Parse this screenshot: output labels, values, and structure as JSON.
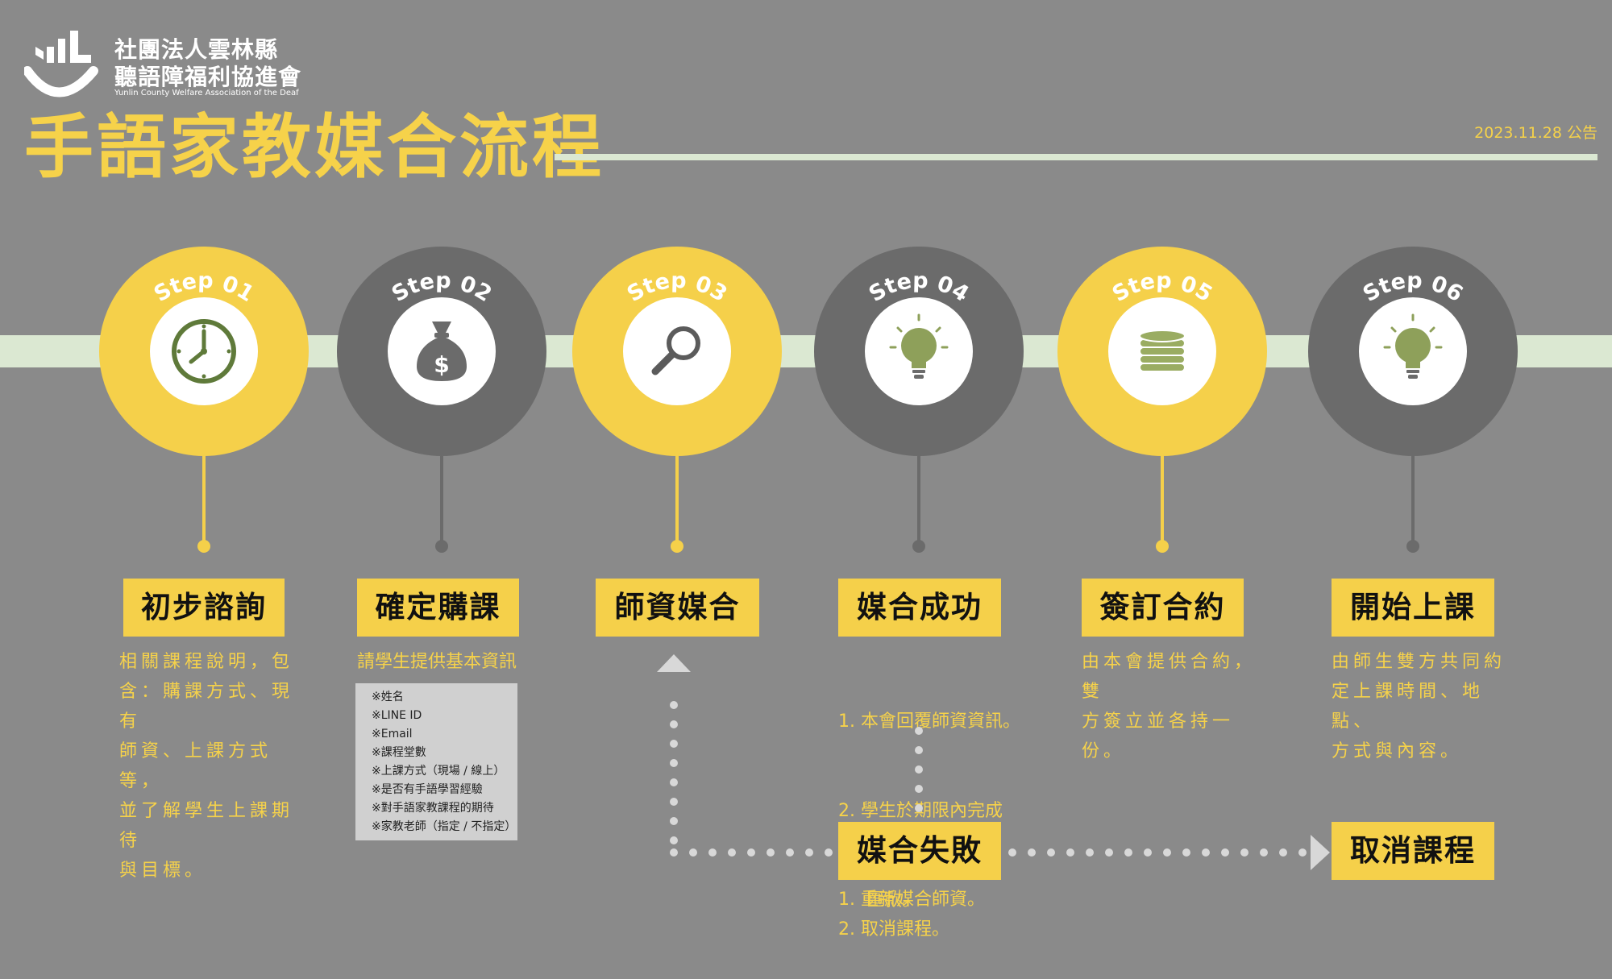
{
  "org": {
    "name_line1": "社團法人雲林縣",
    "name_line2": "聽語障福利協進會",
    "name_en": "Yunlin County Welfare Association of the Deaf"
  },
  "header": {
    "title": "手語家教媒合流程",
    "date": "2023.11.28 公告"
  },
  "colors": {
    "yellow": "#f5d04a",
    "dark": "#6b6b6b",
    "band": "#dbe8d2",
    "icon_green": "#5f7a3a"
  },
  "steps": [
    {
      "step": "Step 01",
      "title": "初步諮詢",
      "icon": "clock-icon",
      "desc": [
        "相關課程說明，包",
        "含：購課方式、現有",
        "師資、上課方式等，",
        "並了解學生上課期待",
        "與目標。"
      ]
    },
    {
      "step": "Step 02",
      "title": "確定購課",
      "icon": "money-bag-icon",
      "desc": [
        "請學生提供基本資訊"
      ],
      "info": [
        "※姓名",
        "※LINE ID",
        "※Email",
        "※課程堂數",
        "※上課方式（現場 / 線上）",
        "※是否有手語學習經驗",
        "※對手語家教課程的期待",
        "※家教老師（指定 / 不指定）"
      ]
    },
    {
      "step": "Step 03",
      "title": "師資媒合",
      "icon": "magnifier-icon",
      "desc": []
    },
    {
      "step": "Step 04",
      "title": "媒合成功",
      "icon": "lightbulb-icon",
      "desc": [
        "1. 本會回覆師資資訊。",
        "2. 學生於期限內完成",
        "     匯款。"
      ]
    },
    {
      "step": "Step 05",
      "title": "簽訂合約",
      "icon": "coins-icon",
      "desc": [
        "由本會提供合約，雙",
        "方簽立並各持一份。"
      ]
    },
    {
      "step": "Step 06",
      "title": "開始上課",
      "icon": "lightbulb-icon",
      "desc": [
        "由師生雙方共同約",
        "定上課時間、地點、",
        "方式與內容。"
      ]
    }
  ],
  "failure": {
    "title": "媒合失敗",
    "desc": [
      "1. 重新媒合師資。",
      "2. 取消課程。"
    ]
  },
  "cancel": {
    "title": "取消課程"
  }
}
